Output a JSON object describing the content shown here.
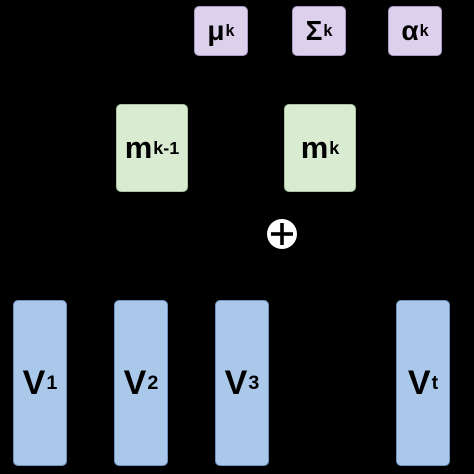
{
  "params": {
    "mu": {
      "base": "μ",
      "sub": "k"
    },
    "sigma": {
      "base": "Σ",
      "sub": "k"
    },
    "alpha": {
      "base": "α",
      "sub": "k"
    }
  },
  "memory": {
    "prev": {
      "base": "m",
      "sub": "k-1"
    },
    "curr": {
      "base": "m",
      "sub": "k"
    }
  },
  "vectors": {
    "v1": {
      "base": "V",
      "sub": "1"
    },
    "v2": {
      "base": "V",
      "sub": "2"
    },
    "v3": {
      "base": "V",
      "sub": "3"
    },
    "vt": {
      "base": "V",
      "sub": "t"
    }
  },
  "colors": {
    "background": "#000000",
    "param_fill": "#dcd0ec",
    "memory_fill": "#d9ecd2",
    "vector_fill": "#a9c8ea",
    "operator": "#ffffff"
  },
  "icons": {
    "operator": "circled-plus-icon"
  }
}
